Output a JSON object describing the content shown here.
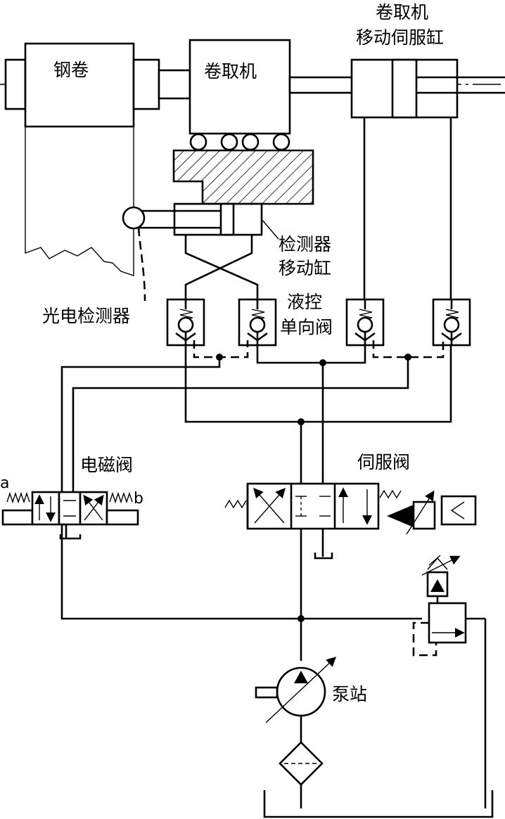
{
  "labels": {
    "coil": "钢卷",
    "coiler": "卷取机",
    "coiler_servo_cylinder_line1": "卷取机",
    "coiler_servo_cylinder_line2": "移动伺服缸",
    "detector_cylinder_line1": "检测器",
    "detector_cylinder_line2": "移动缸",
    "photoelectric_detector": "光电检测器",
    "pilot_check_valve_line1": "液控",
    "pilot_check_valve_line2": "单向阀",
    "solenoid_valve": "电磁阀",
    "servo_valve": "伺服阀",
    "pump_station": "泵站",
    "port_a": "a",
    "port_b": "b"
  }
}
